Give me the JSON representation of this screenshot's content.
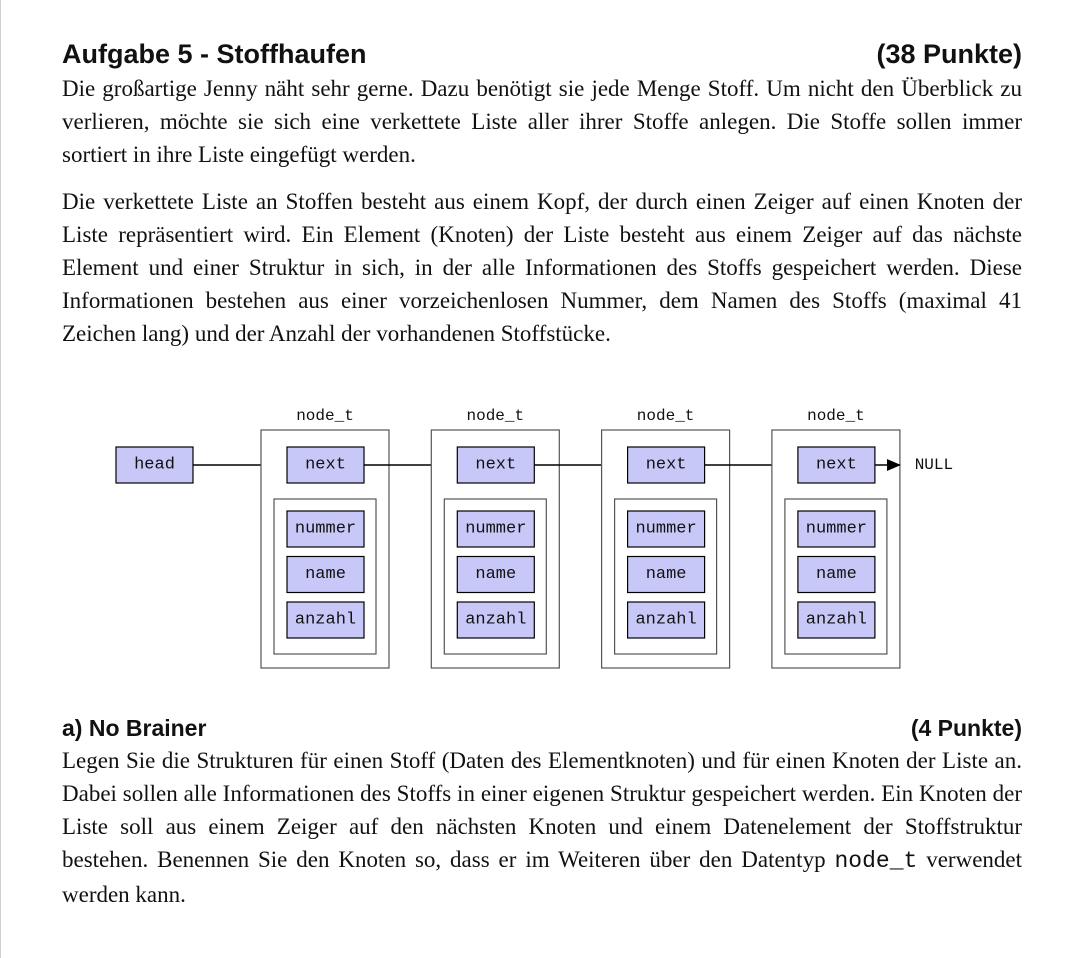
{
  "task": {
    "title": "Aufgabe 5 - Stoffhaufen",
    "points": "(38 Punkte)",
    "paragraphs": [
      "Die großartige Jenny näht sehr gerne. Dazu benötigt sie jede Menge Stoff. Um nicht den Überblick zu verlieren, möchte sie sich eine verkettete Liste aller ihrer Stoffe anlegen. Die Stoffe sollen immer sortiert in ihre Liste eingefügt werden.",
      "Die verkettete Liste an Stoffen besteht aus einem Kopf, der durch einen Zeiger auf einen Knoten der Liste repräsentiert wird. Ein Element (Knoten) der Liste besteht aus einem Zeiger auf das nächste Element und einer Struktur in sich, in der alle Informationen des Stoffs gespeichert werden. Diese Informationen bestehen aus einer vorzeichenlosen Num­mer, dem Namen des Stoffs (maximal 41 Zeichen lang) und der Anzahl der vorhandenen Stoffstücke."
    ]
  },
  "diagram": {
    "head_label": "head",
    "null_label": "NULL",
    "nodes": [
      {
        "type_label": "node_t",
        "next": "next",
        "fields": [
          "nummer",
          "name",
          "anzahl"
        ]
      },
      {
        "type_label": "node_t",
        "next": "next",
        "fields": [
          "nummer",
          "name",
          "anzahl"
        ]
      },
      {
        "type_label": "node_t",
        "next": "next",
        "fields": [
          "nummer",
          "name",
          "anzahl"
        ]
      },
      {
        "type_label": "node_t",
        "next": "next",
        "fields": [
          "nummer",
          "name",
          "anzahl"
        ]
      }
    ],
    "colors": {
      "cell_fill": "#c7c8f7",
      "line": "#000000",
      "outer_border": "#555555"
    }
  },
  "subtask": {
    "title": "a) No Brainer",
    "points": "(4 Punkte)",
    "paragraph_text": "Legen Sie die Strukturen für einen Stoff (Daten des Elementknoten) und für einen Knoten der Liste an. Dabei sollen alle Informationen des Stoffs in einer eigenen Struktur gespei­chert werden. Ein Knoten der Liste soll aus einem Zeiger auf den nächsten Knoten und einem Datenelement der Stoffstruktur bestehen. Benennen Sie den Knoten so, dass er im Weiteren über den Datentyp",
    "paragraph_code": "node_t",
    "paragraph_tail": "verwendet werden kann."
  }
}
